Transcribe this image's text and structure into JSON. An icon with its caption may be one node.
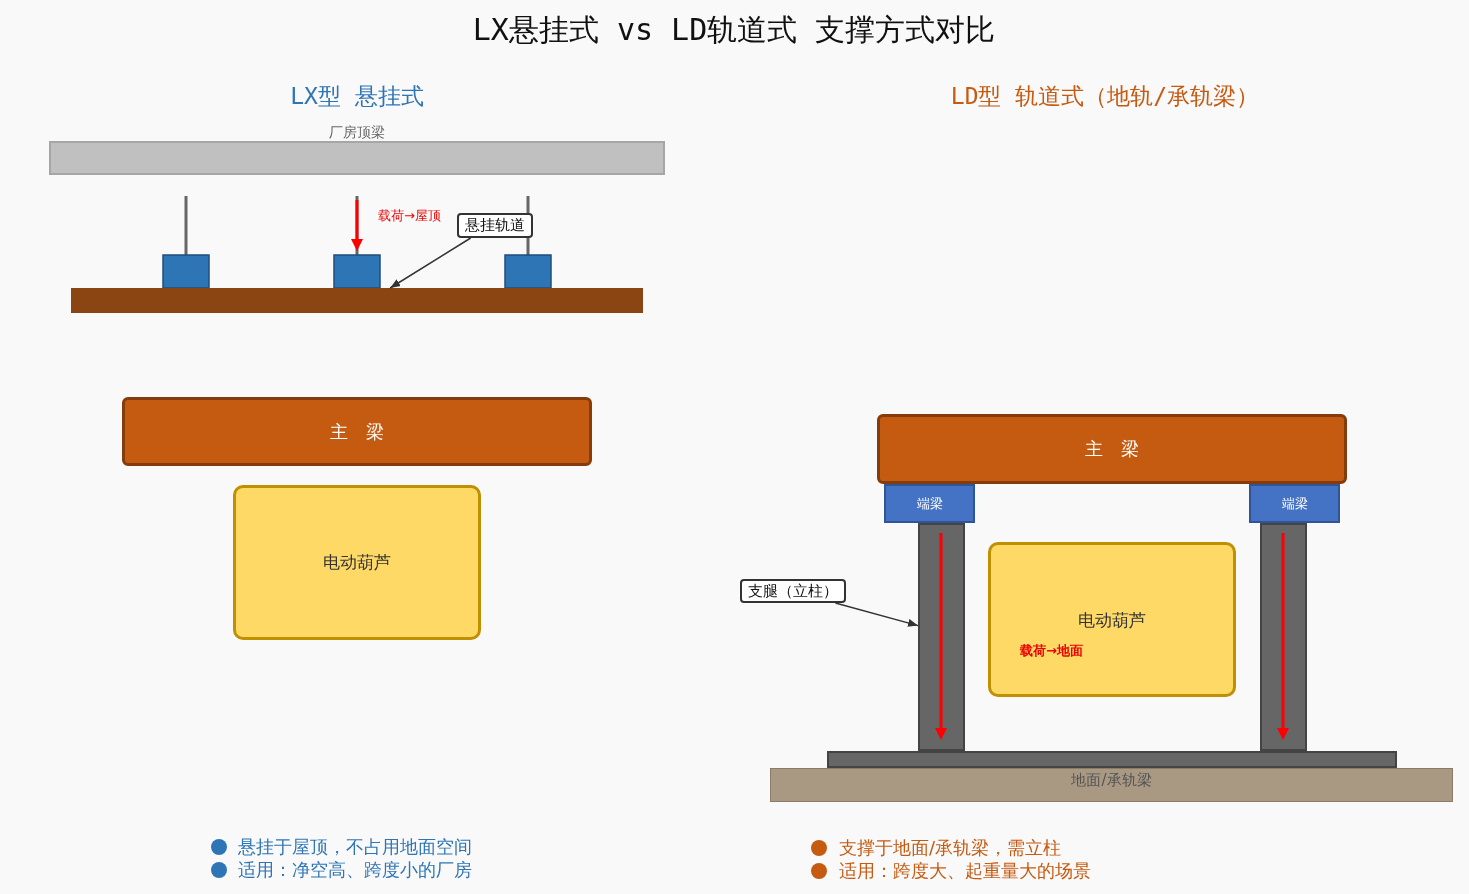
{
  "diagram": {
    "title": "LX悬挂式 vs LD轨道式 支撑方式对比",
    "nodes": [
      {
        "text": [
          "厂房顶梁"
        ]
      },
      {
        "text": [
          "悬挂轨道"
        ]
      },
      {
        "text": [],
        "shape": "bar"
      },
      {
        "text": [
          "主　梁"
        ]
      },
      {
        "text": [
          "电动葫芦"
        ]
      },
      {
        "text": [
          "主　梁"
        ]
      },
      {
        "text": [
          "端梁"
        ]
      },
      {
        "text": [
          "端梁"
        ]
      },
      {
        "text": [
          "支腿（立柱）"
        ]
      },
      {
        "text": [],
        "shape": "bar"
      },
      {
        "text": [
          "电动葫芦",
          "载荷→地面"
        ]
      },
      {
        "text": [],
        "shape": "bar"
      },
      {
        "text": [],
        "shape": "bar"
      },
      {
        "text": [
          "地面/承轨梁"
        ]
      }
    ],
    "edges": [
      {
        "from": 1,
        "to": 2,
        "arrow": "to"
      },
      {
        "from": 8,
        "to": 9,
        "arrow": "to"
      }
    ],
    "labels": [
      "LX型 悬挂式",
      "LD型 轨道式（地轨/承轨梁）",
      "载荷→屋顶",
      "悬挂于屋顶，不占用地面空间",
      "适用：净空高、跨度小的厂房",
      "支撑于地面/承轨梁，需立柱",
      "适用：跨度大、起重量大的场景"
    ]
  }
}
